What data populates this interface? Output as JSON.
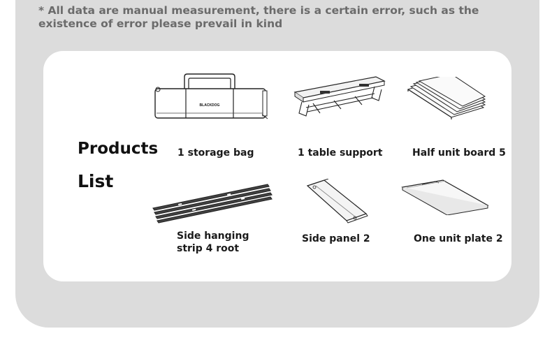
{
  "note": "* All data are manual measurement, there is a certain error, such as the existence of error please prevail in kind",
  "title": {
    "line1": "Products",
    "line2": "List"
  },
  "bag_brand": "BLACKDOG",
  "items": [
    {
      "label": "1 storage bag",
      "icon": "storage-bag-icon"
    },
    {
      "label": "1 table support",
      "icon": "table-support-icon"
    },
    {
      "label": "Half unit board 5",
      "icon": "half-unit-board-icon"
    },
    {
      "label_line1": "Side hanging",
      "label_line2": "strip 4 root",
      "icon": "side-hanging-strip-icon"
    },
    {
      "label": "Side panel 2",
      "icon": "side-panel-icon"
    },
    {
      "label": "One unit plate 2",
      "icon": "unit-plate-icon"
    }
  ]
}
